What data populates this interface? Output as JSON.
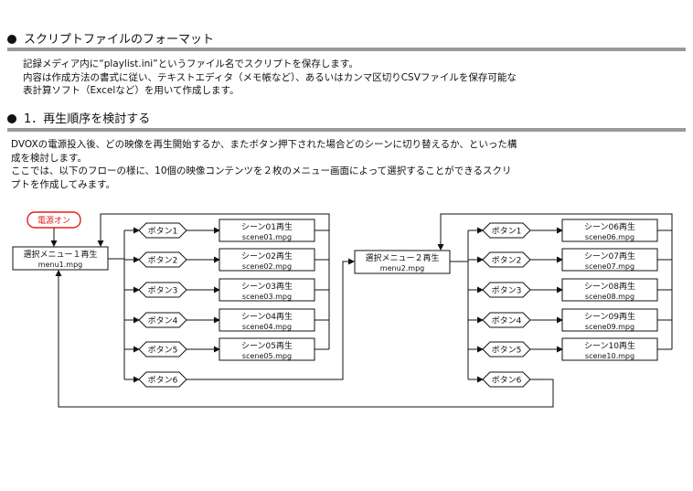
{
  "section1": {
    "title": "スクリプトファイルのフォーマット",
    "lines": [
      "記録メディア内に“playlist.ini”というファイル名でスクリプトを保存します。",
      "内容は作成方法の書式に従い、テキストエディタ（メモ帳など）、あるいはカンマ区切りCSVファイルを保存可能な",
      "表計算ソフト（Excelなど）を用いて作成します。"
    ]
  },
  "section2": {
    "title": "1．再生順序を検討する",
    "lines": [
      "DVOXの電源投入後、どの映像を再生開始するか、またボタン押下された場合どのシーンに切り替えるか、といった構",
      "成を検討します。",
      "ここでは、以下のフローの様に、10個の映像コンテンツを２枚のメニュー画面によって選択することができるスクリ",
      "プトを作成してみます。"
    ]
  },
  "flow": {
    "power": "電源オン",
    "menu1": {
      "title": "選択メニュー１再生",
      "file": "menu1.mpg"
    },
    "menu2": {
      "title": "選択メニュー２再生",
      "file": "menu2.mpg"
    },
    "buttons": [
      "ボタン1",
      "ボタン2",
      "ボタン3",
      "ボタン4",
      "ボタン5",
      "ボタン6"
    ],
    "scenes1": [
      {
        "title": "シーン01再生",
        "file": "scene01.mpg"
      },
      {
        "title": "シーン02再生",
        "file": "scene02.mpg"
      },
      {
        "title": "シーン03再生",
        "file": "scene03.mpg"
      },
      {
        "title": "シーン04再生",
        "file": "scene04.mpg"
      },
      {
        "title": "シーン05再生",
        "file": "scene05.mpg"
      }
    ],
    "scenes2": [
      {
        "title": "シーン06再生",
        "file": "scene06.mpg"
      },
      {
        "title": "シーン07再生",
        "file": "scene07.mpg"
      },
      {
        "title": "シーン08再生",
        "file": "scene08.mpg"
      },
      {
        "title": "シーン09再生",
        "file": "scene09.mpg"
      },
      {
        "title": "シーン10再生",
        "file": "scene10.mpg"
      }
    ],
    "colors": {
      "power_border": "#e02020",
      "power_text": "#e02020",
      "line": "#111111"
    }
  }
}
